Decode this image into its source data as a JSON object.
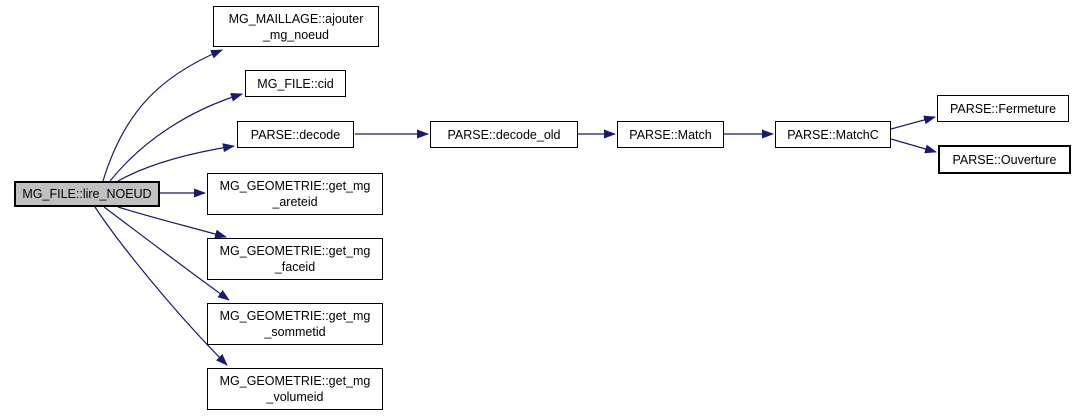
{
  "diagram": {
    "type": "call-graph",
    "colors": {
      "edge": "#191970",
      "node_border": "#000000",
      "node_fill": "#ffffff",
      "highlight_fill": "#c0c0c0",
      "text": "#000000",
      "background": "#ffffff"
    },
    "nodes": {
      "lire_noeud": {
        "label": "MG_FILE::lire_NOEUD",
        "lines": [
          "MG_FILE::lire_NOEUD"
        ],
        "highlighted": true
      },
      "ajouter_mg_noeud": {
        "label": "MG_MAILLAGE::ajouter_mg_noeud",
        "lines": [
          "MG_MAILLAGE::ajouter",
          "_mg_noeud"
        ],
        "highlighted": false
      },
      "cid": {
        "label": "MG_FILE::cid",
        "lines": [
          "MG_FILE::cid"
        ],
        "highlighted": false
      },
      "decode": {
        "label": "PARSE::decode",
        "lines": [
          "PARSE::decode"
        ],
        "highlighted": false
      },
      "decode_old": {
        "label": "PARSE::decode_old",
        "lines": [
          "PARSE::decode_old"
        ],
        "highlighted": false
      },
      "match": {
        "label": "PARSE::Match",
        "lines": [
          "PARSE::Match"
        ],
        "highlighted": false
      },
      "matchc": {
        "label": "PARSE::MatchC",
        "lines": [
          "PARSE::MatchC"
        ],
        "highlighted": false
      },
      "fermeture": {
        "label": "PARSE::Fermeture",
        "lines": [
          "PARSE::Fermeture"
        ],
        "highlighted": false
      },
      "ouverture": {
        "label": "PARSE::Ouverture",
        "lines": [
          "PARSE::Ouverture"
        ],
        "highlighted": false
      },
      "get_mg_areteid": {
        "label": "MG_GEOMETRIE::get_mg_areteid",
        "lines": [
          "MG_GEOMETRIE::get_mg",
          "_areteid"
        ],
        "highlighted": false
      },
      "get_mg_faceid": {
        "label": "MG_GEOMETRIE::get_mg_faceid",
        "lines": [
          "MG_GEOMETRIE::get_mg",
          "_faceid"
        ],
        "highlighted": false
      },
      "get_mg_sommetid": {
        "label": "MG_GEOMETRIE::get_mg_sommetid",
        "lines": [
          "MG_GEOMETRIE::get_mg",
          "_sommetid"
        ],
        "highlighted": false
      },
      "get_mg_volumeid": {
        "label": "MG_GEOMETRIE::get_mg_volumeid",
        "lines": [
          "MG_GEOMETRIE::get_mg",
          "_volumeid"
        ],
        "highlighted": false
      }
    },
    "edges": [
      {
        "from": "MG_FILE::lire_NOEUD",
        "to": "MG_MAILLAGE::ajouter_mg_noeud"
      },
      {
        "from": "MG_FILE::lire_NOEUD",
        "to": "MG_FILE::cid"
      },
      {
        "from": "MG_FILE::lire_NOEUD",
        "to": "PARSE::decode"
      },
      {
        "from": "MG_FILE::lire_NOEUD",
        "to": "MG_GEOMETRIE::get_mg_areteid"
      },
      {
        "from": "MG_FILE::lire_NOEUD",
        "to": "MG_GEOMETRIE::get_mg_faceid"
      },
      {
        "from": "MG_FILE::lire_NOEUD",
        "to": "MG_GEOMETRIE::get_mg_sommetid"
      },
      {
        "from": "MG_FILE::lire_NOEUD",
        "to": "MG_GEOMETRIE::get_mg_volumeid"
      },
      {
        "from": "PARSE::decode",
        "to": "PARSE::decode_old"
      },
      {
        "from": "PARSE::decode_old",
        "to": "PARSE::Match"
      },
      {
        "from": "PARSE::Match",
        "to": "PARSE::MatchC"
      },
      {
        "from": "PARSE::MatchC",
        "to": "PARSE::Fermeture"
      },
      {
        "from": "PARSE::MatchC",
        "to": "PARSE::Ouverture"
      }
    ]
  }
}
